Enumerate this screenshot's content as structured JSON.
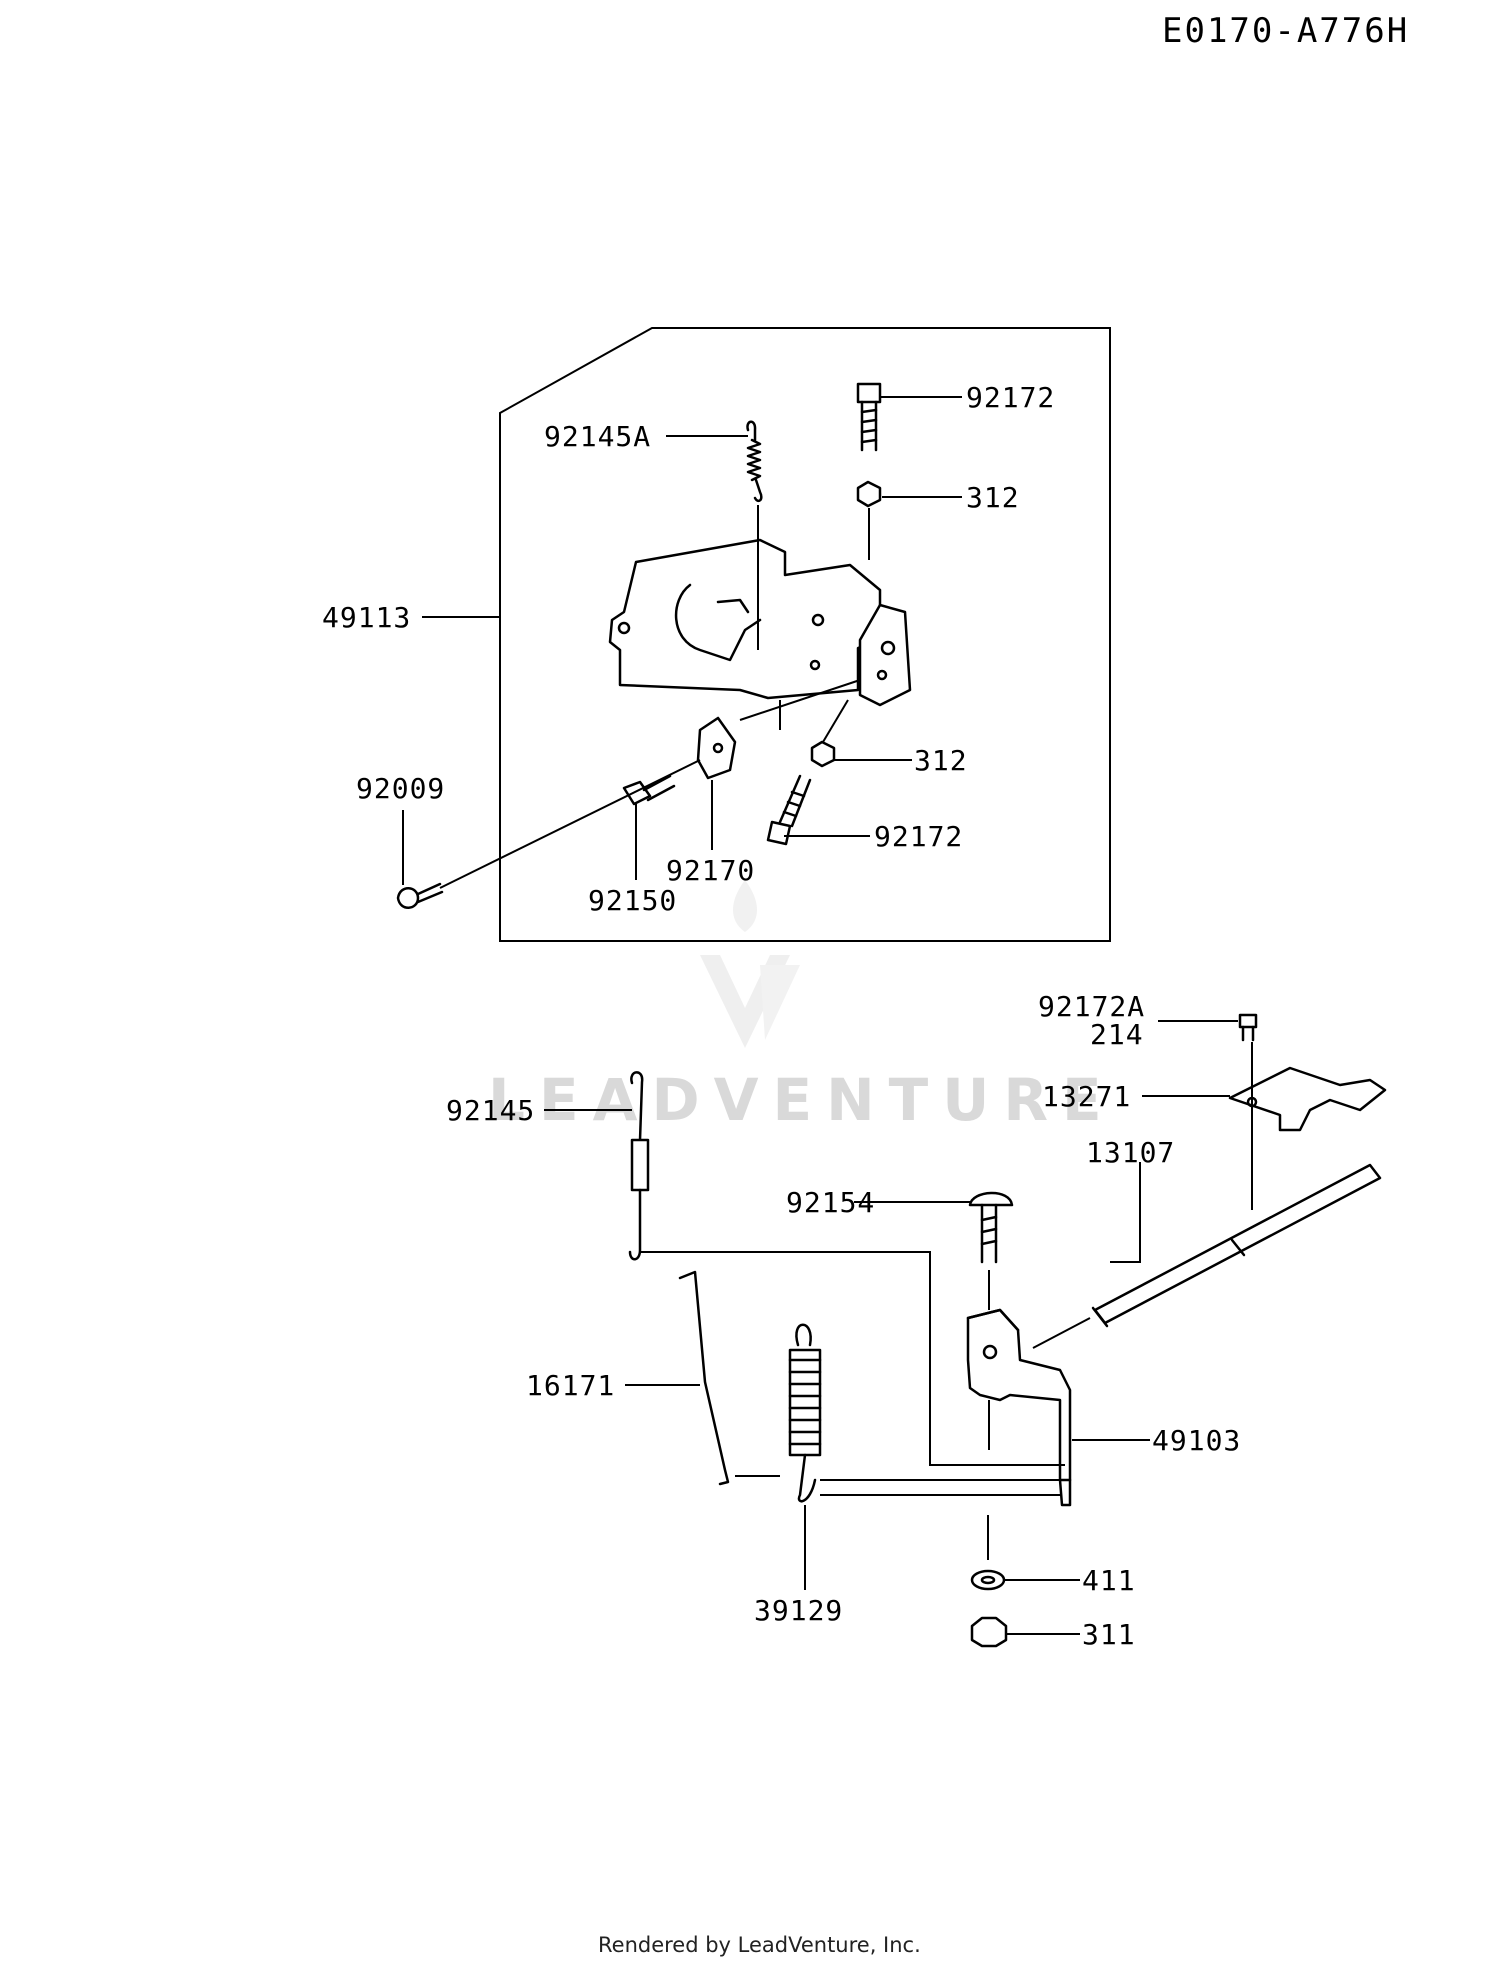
{
  "diagram_code": "E0170-A776H",
  "watermark": "LEADVENTURE",
  "footer": "Rendered by LeadVenture, Inc.",
  "callouts": {
    "c_92145a": "92145A",
    "c_92172_top": "92172",
    "c_312_top": "312",
    "c_49113": "49113",
    "c_312_mid": "312",
    "c_92009": "92009",
    "c_92172_low": "92172",
    "c_92170": "92170",
    "c_92150": "92150",
    "c_92172a": "92172A",
    "c_214": "214",
    "c_13271": "13271",
    "c_92145": "92145",
    "c_13107": "13107",
    "c_92154": "92154",
    "c_16171": "16171",
    "c_49103": "49103",
    "c_411": "411",
    "c_311": "311",
    "c_39129": "39129"
  }
}
